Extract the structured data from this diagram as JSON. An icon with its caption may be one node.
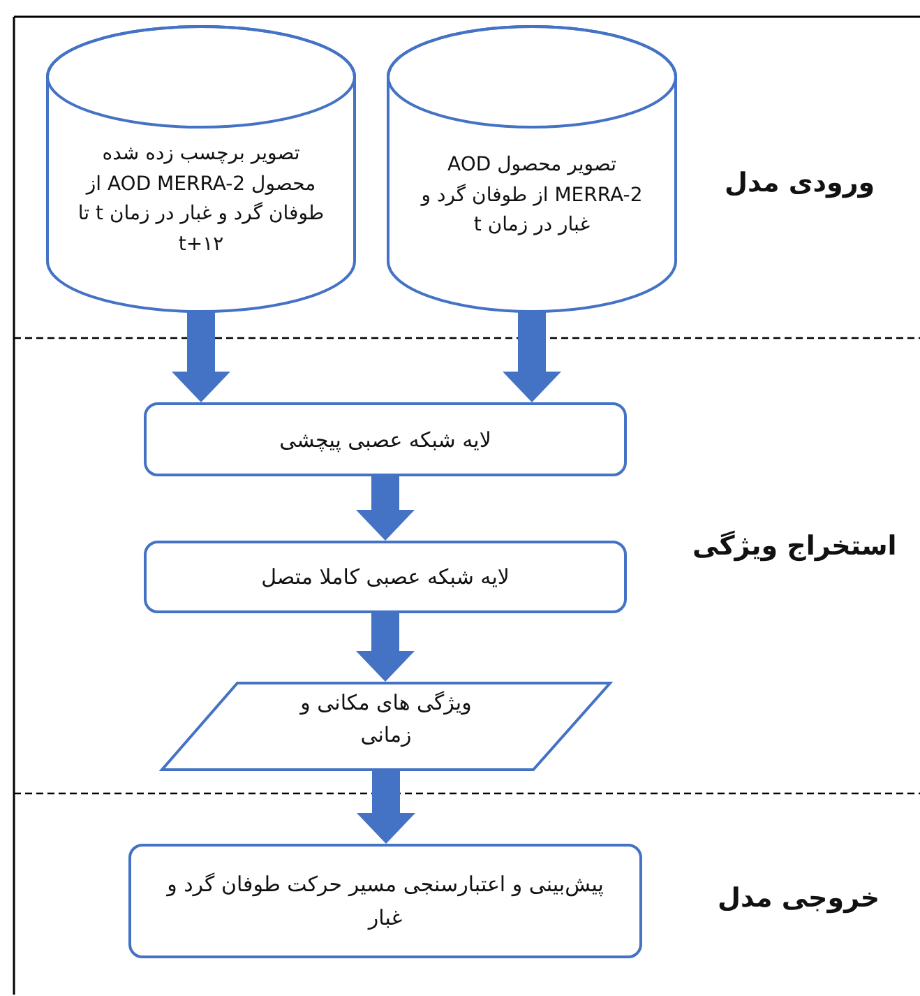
{
  "diagram": {
    "nodes": [
      {
        "text": [
          "تصویر برچسب زده شده محصول AOD MERRA-2 از طوفان گرد و غبار در زمان t تا t+۱۲"
        ]
      },
      {
        "text": [
          "تصویر محصول AOD MERRA-2 از طوفان گرد و غبار در زمان t"
        ]
      },
      {
        "text": [
          "لایه شبکه عصبی پیچشی"
        ]
      },
      {
        "text": [
          "لایه شبکه عصبی کاملا متصل"
        ]
      },
      {
        "text": [
          "ویژگی های مکانی و زمانی"
        ]
      },
      {
        "text": [
          "پیش‌بینی و اعتبارسنجی مسیر حرکت طوفان گرد و غبار"
        ]
      }
    ],
    "edges": [
      {
        "from": 0,
        "to": 2,
        "arrow": "to"
      },
      {
        "from": 1,
        "to": 2,
        "arrow": "to"
      },
      {
        "from": 2,
        "to": 3,
        "arrow": "to"
      },
      {
        "from": 3,
        "to": 4,
        "arrow": "to"
      },
      {
        "from": 4,
        "to": 5,
        "arrow": "to"
      }
    ],
    "labels": [
      "ورودی مدل",
      "استخراج ویژگی",
      "خروجی مدل"
    ]
  }
}
